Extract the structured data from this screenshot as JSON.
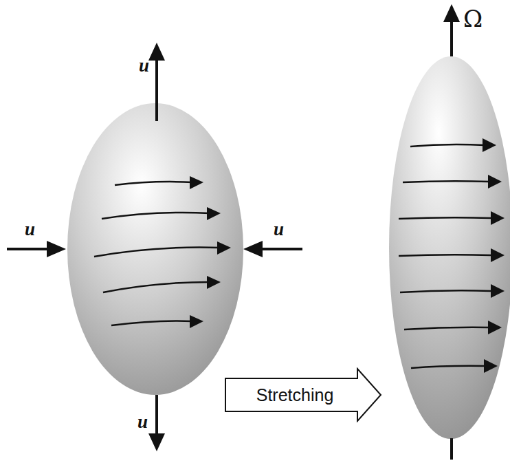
{
  "diagram": {
    "nodes": [
      {
        "text": [
          "Stretching"
        ]
      }
    ],
    "labels": [
      "u",
      "u",
      "u",
      "u",
      "Ω"
    ]
  }
}
